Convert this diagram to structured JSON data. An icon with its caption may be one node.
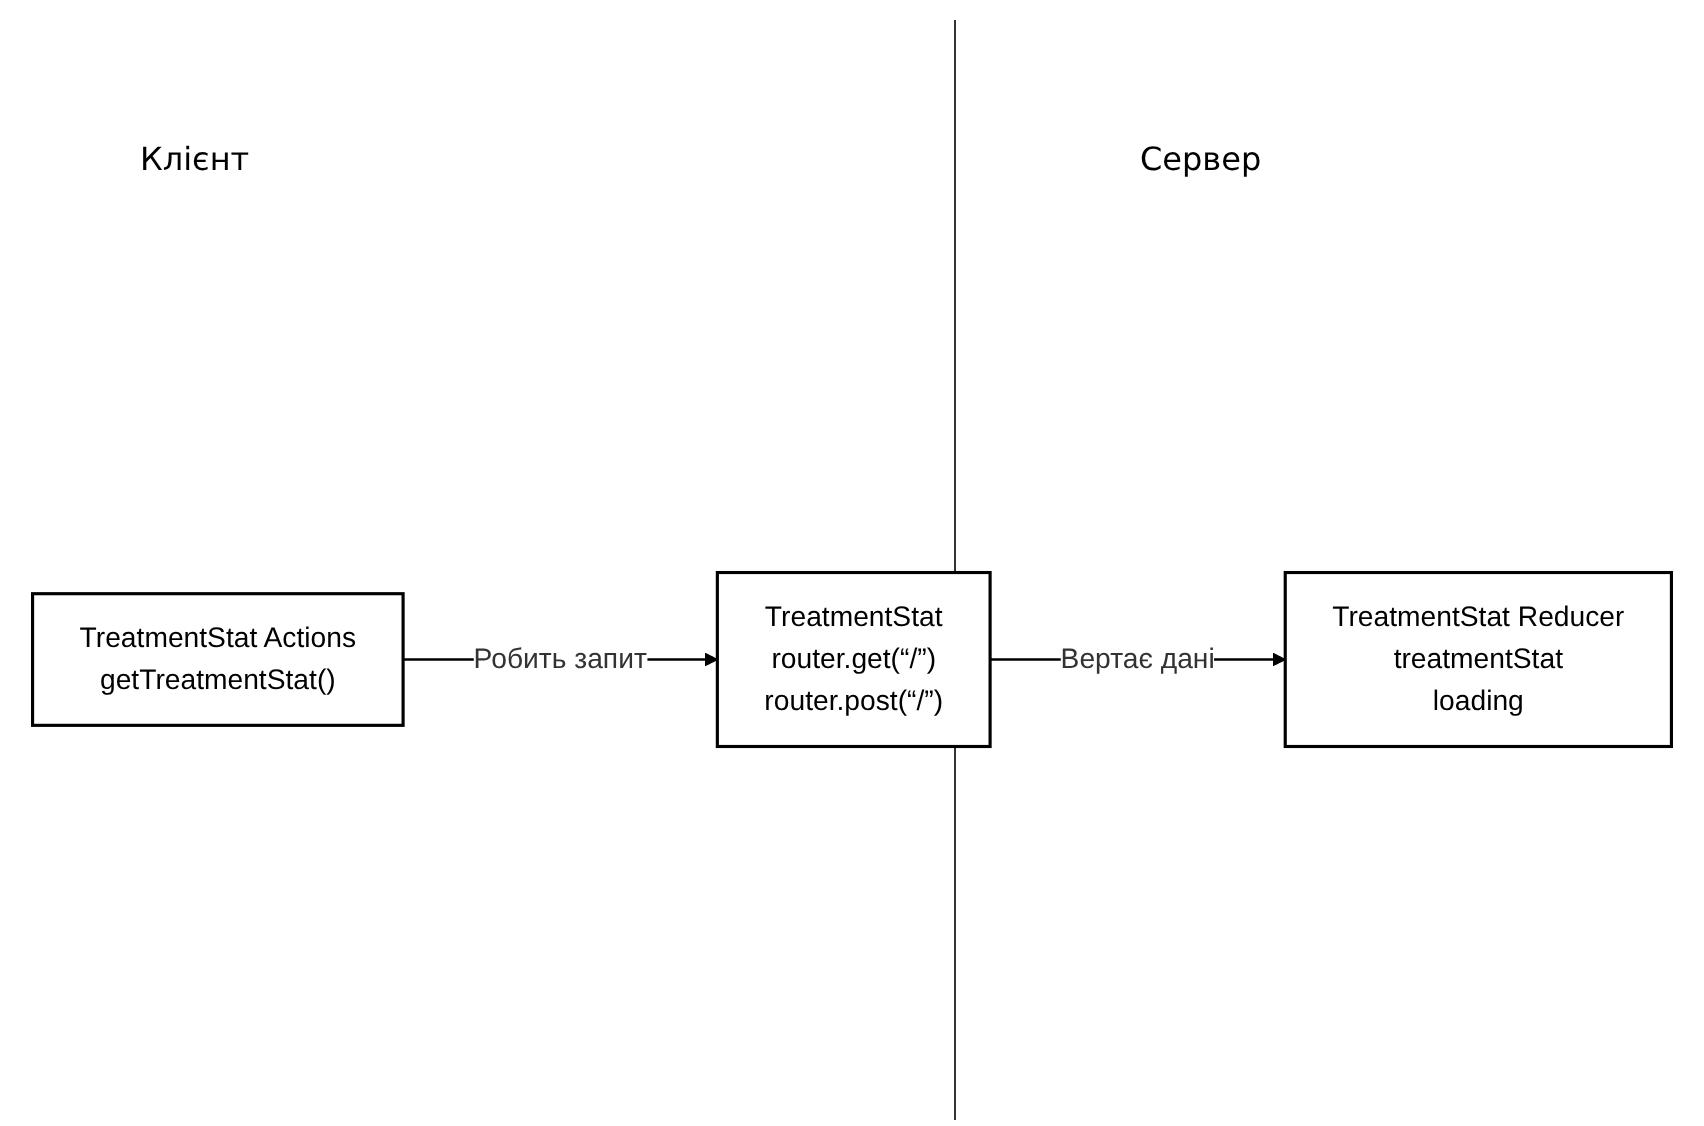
{
  "diagram": {
    "nodes": [
      {
        "text": [
          "TreatmentStat Actions",
          "getTreatmentStat()"
        ]
      },
      {
        "text": [
          "TreatmentStat",
          "router.get(“/”)",
          "router.post(“/”)"
        ]
      },
      {
        "text": [
          "TreatmentStat Reducer",
          "treatmentStat",
          "loading"
        ]
      }
    ],
    "edges": [
      {
        "from": 0,
        "to": 1,
        "arrow": "to",
        "label": "Робить запит"
      },
      {
        "from": 1,
        "to": 2,
        "arrow": "to",
        "label": "Вертає дані"
      }
    ],
    "labels": [
      "Клієнт",
      "Сервер"
    ]
  }
}
